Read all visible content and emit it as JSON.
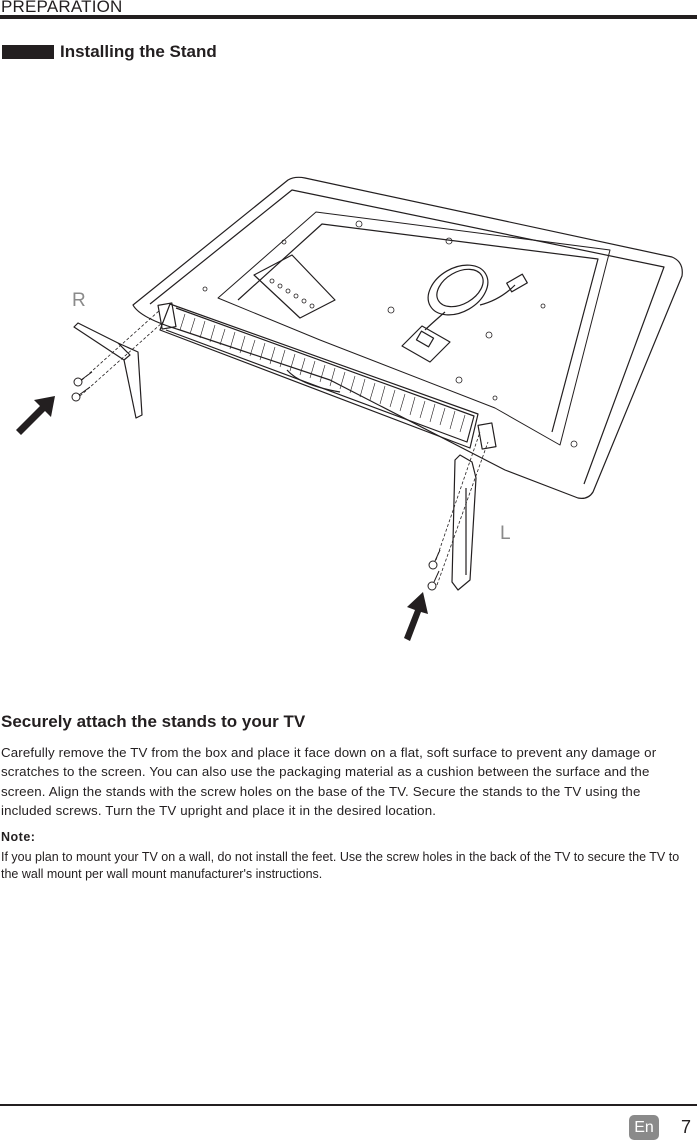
{
  "header": {
    "title": "PREPARATION"
  },
  "section": {
    "title": "Installing the Stand"
  },
  "illustration": {
    "label_right": "R",
    "label_left": "L"
  },
  "instructions": {
    "heading": "Securely attach the stands to your TV",
    "body": "Carefully remove the TV from the box and place it face down on a flat, soft surface to prevent any damage or scratches to the screen. You can also use the packaging material as a cushion between the surface and the screen. Align the stands with the screw holes on the base of the TV. Secure the stands to the TV using the included screws. Turn the TV upright and place it in the desired location."
  },
  "note": {
    "label": "Note:",
    "text": "If you plan to mount your TV on a wall, do not install the feet. Use the screw holes in the back of the TV to secure the TV to the wall mount per wall mount manufacturer's instructions."
  },
  "footer": {
    "language": "En",
    "page_number": "7"
  }
}
